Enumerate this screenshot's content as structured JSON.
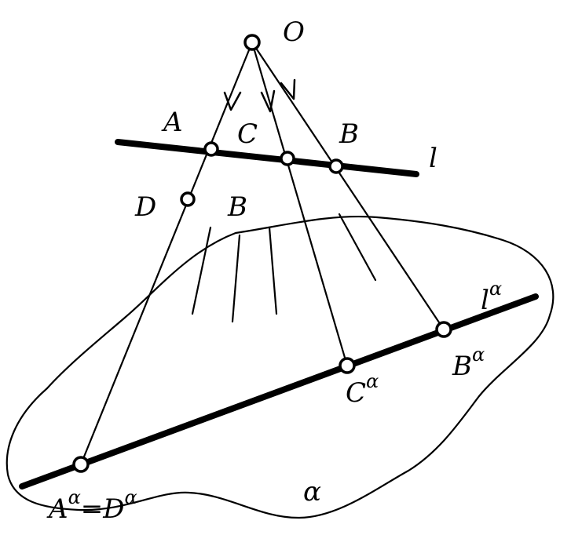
{
  "labels": {
    "O": "O",
    "A": "A",
    "C": "C",
    "B": "B",
    "l": "l",
    "D": "D",
    "beta": "B",
    "l_alpha_base": "l",
    "l_alpha_sup": "α",
    "B_alpha_base": "B",
    "B_alpha_sup": "α",
    "C_alpha_base": "C",
    "C_alpha_sup": "α",
    "A_alpha_base": "A",
    "A_alpha_sup": "α",
    "equals": "=",
    "D_alpha_base": "D",
    "D_alpha_sup": "α",
    "plane": "α"
  },
  "colors": {
    "ink": "#000000",
    "paper": "#ffffff"
  }
}
